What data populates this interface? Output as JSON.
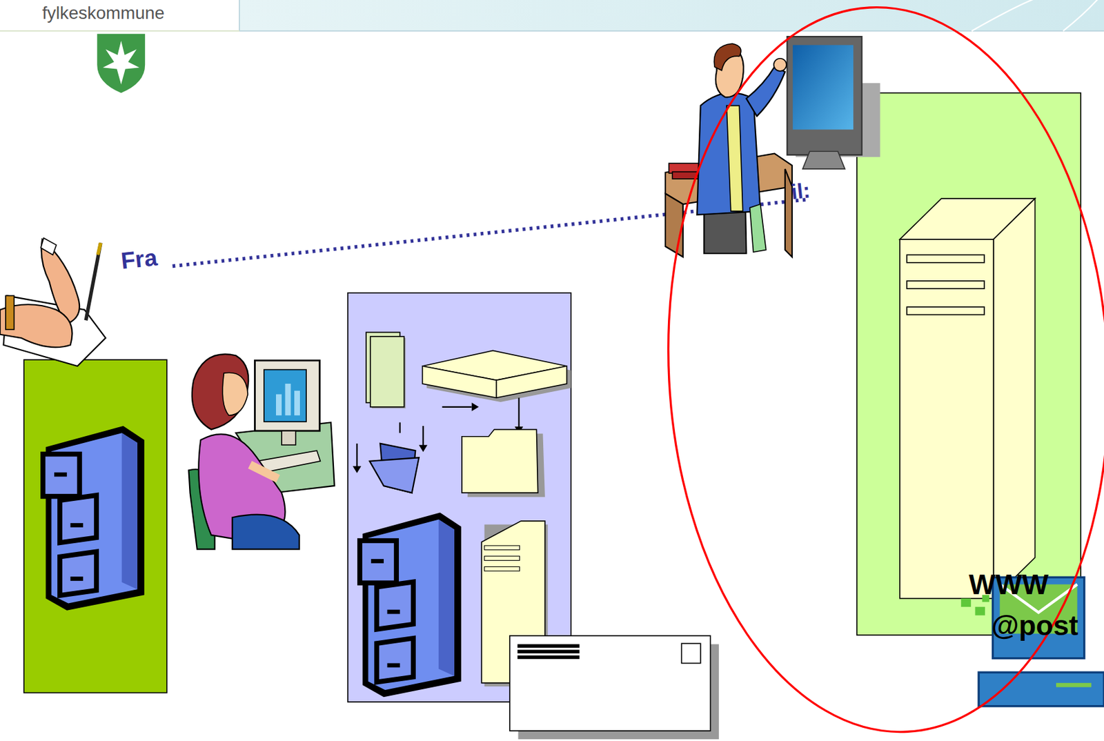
{
  "diagram": {
    "labels": [
      "fylkeskommune",
      "Fra",
      "il:",
      "WWW",
      "@post"
    ]
  }
}
